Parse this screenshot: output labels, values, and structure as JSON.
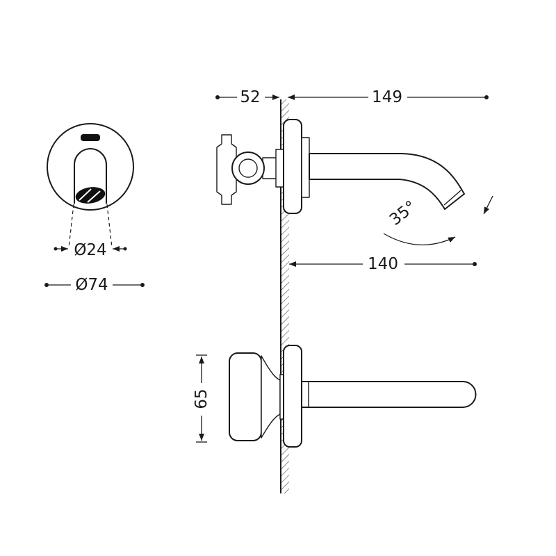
{
  "drawing": {
    "type": "technical-dimension-drawing",
    "subject": "wall-mounted-basin-mixer",
    "colors": {
      "line": "#1a1a1a",
      "background": "#ffffff",
      "hatch": "#3a3a3a"
    },
    "labels": {
      "dim_wall_depth": "52",
      "dim_spout_length": "149",
      "dim_spout_angle": "35°",
      "dim_spout_reach": "140",
      "dim_aerator_diameter": "Ø24",
      "dim_rosette_diameter": "Ø74",
      "dim_body_height": "65"
    }
  }
}
